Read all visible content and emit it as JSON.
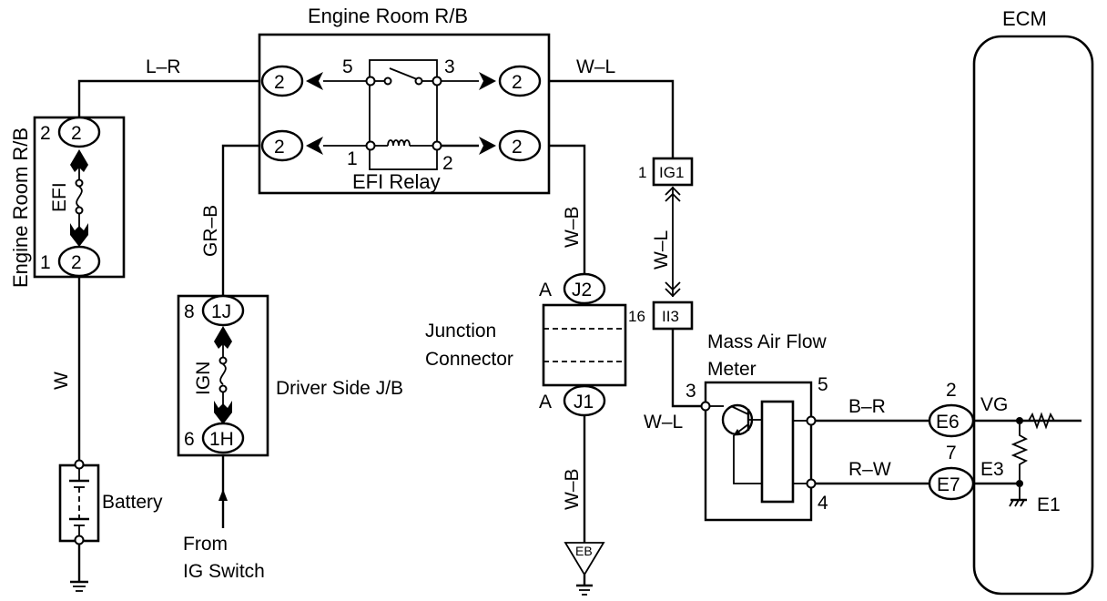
{
  "diagram": {
    "title_left_vertical": "Engine Room R/B",
    "title_top_relay_box": "Engine Room R/B",
    "ecm_label": "ECM",
    "relay_label": "EFI Relay",
    "fuse_efi_label": "EFI",
    "fuse_ign_label": "IGN",
    "driver_jb_label": "Driver Side J/B",
    "junction_connector_label_line1": "Junction",
    "junction_connector_label_line2": "Connector",
    "maf_label_line1": "Mass Air Flow",
    "maf_label_line2": "Meter",
    "battery_label": "Battery",
    "from_label_line1": "From",
    "from_label_line2": "IG Switch",
    "ground_point_label": "EB"
  },
  "wires": {
    "lr": "L–R",
    "grb": "GR–B",
    "w": "W",
    "wl_top": "W–L",
    "wb_upper": "W–B",
    "wl_vertical": "W–L",
    "wb_lower": "W–B",
    "wl_maf": "W–L",
    "br": "B–R",
    "rw": "R–W"
  },
  "connectors": {
    "efi_top": {
      "code": "2",
      "pin": "2"
    },
    "efi_bottom": {
      "code": "2",
      "pin": "1"
    },
    "relay_left_top": {
      "code": "2"
    },
    "relay_left_bottom": {
      "code": "2"
    },
    "relay_right_top": {
      "code": "2"
    },
    "relay_right_bottom": {
      "code": "2"
    },
    "ign_top": {
      "code": "1J",
      "pin": "8"
    },
    "ign_bottom": {
      "code": "1H",
      "pin": "6"
    },
    "jc_top": {
      "code": "J2",
      "prefix": "A"
    },
    "jc_bottom": {
      "code": "J1",
      "prefix": "A"
    },
    "ig1": {
      "code": "IG1",
      "pin": "1"
    },
    "ii3": {
      "code": "II3",
      "pin": "16"
    },
    "e6": {
      "code": "E6",
      "pin": "2"
    },
    "e7": {
      "code": "E7",
      "pin": "7"
    }
  },
  "relay_pins": {
    "p5": "5",
    "p3": "3",
    "p1": "1",
    "p2": "2"
  },
  "maf_pins": {
    "p3": "3",
    "p5": "5",
    "p4": "4"
  },
  "ecm_terminals": {
    "vg": "VG",
    "e3": "E3",
    "e1": "E1"
  }
}
